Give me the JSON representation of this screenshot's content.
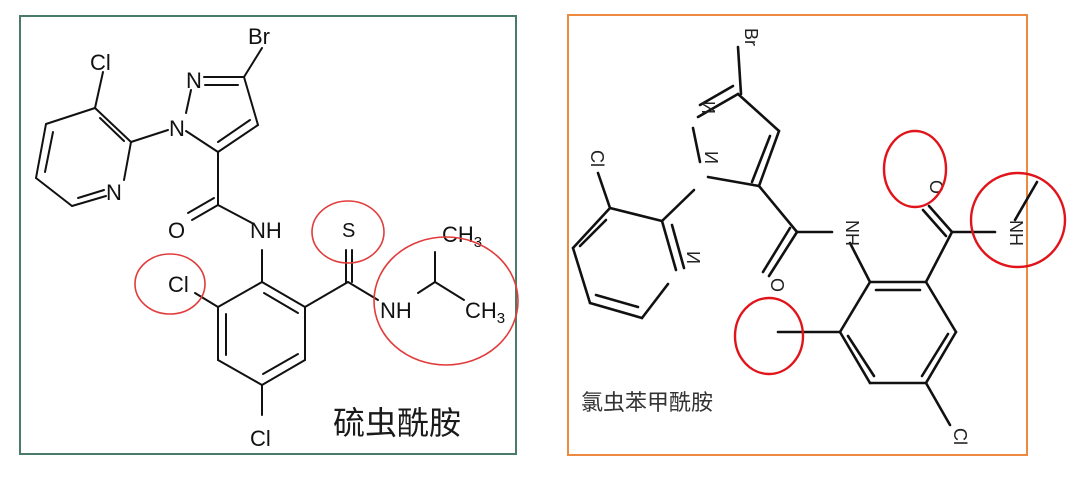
{
  "panels": [
    {
      "id": "left",
      "caption": "硫虫酰胺",
      "frame_color": "#4a7a68",
      "atoms": {
        "br": "Br",
        "cl_pyridine": "Cl",
        "n_pyrazole_top": "N",
        "n_pyrazole_bottom": "N",
        "n_pyridine": "N",
        "o_amide": "O",
        "nh_amide": "NH",
        "s_thioamide": "S",
        "cl_ortho": "Cl",
        "nh_thioamide": "NH",
        "ch3_top": "CH",
        "ch3_top_sub": "3",
        "ch3_right": "CH",
        "ch3_right_sub": "3",
        "cl_para": "Cl"
      },
      "highlights": [
        "Cl (ortho)",
        "S (thioamide)",
        "NH-isopropyl group"
      ],
      "highlight_color": "#e23b3b"
    },
    {
      "id": "right",
      "caption": "氯虫苯甲酰胺",
      "frame_color": "#ee8a40",
      "note": "structure drawn mirrored/flipped (labels appear reversed)",
      "atoms": {
        "br": "Br",
        "cl_pyridine": "Cl",
        "n_pyrazole_top": "N",
        "n_pyrazole_bottom": "N",
        "n_pyridine": "N",
        "o_amide": "O",
        "nh_amide": "NH",
        "o_second_amide": "O",
        "nh_methylamide": "NH",
        "cl_para": "Cl"
      },
      "highlights": [
        "O (carbonyl)",
        "NH-methyl group",
        "methyl substituent"
      ],
      "highlight_color": "#e0141a"
    }
  ]
}
